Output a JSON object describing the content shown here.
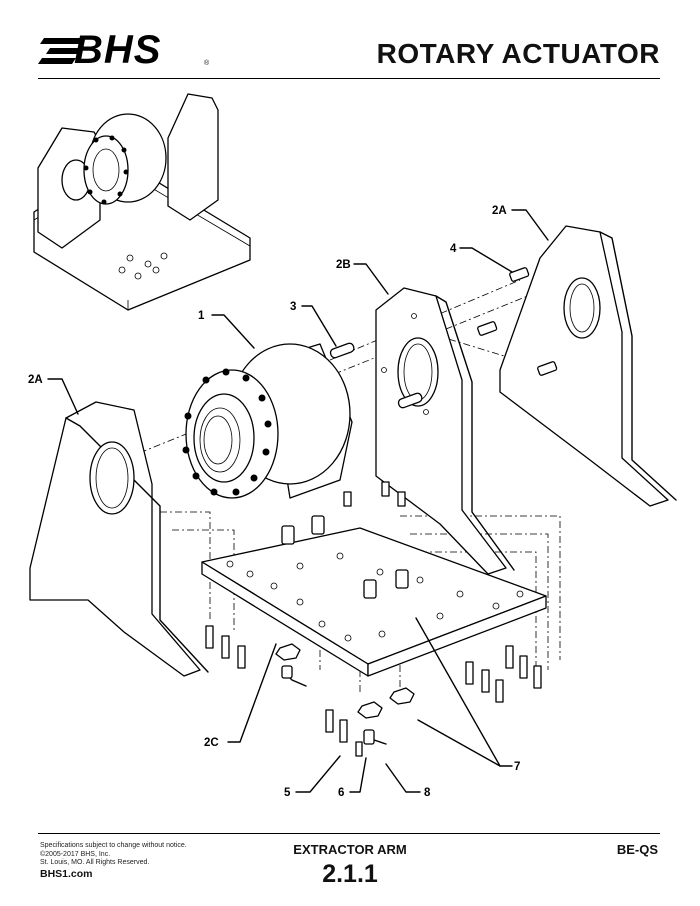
{
  "header": {
    "logo_text": "BHS",
    "logo_mark": "®",
    "title": "ROTARY ACTUATOR"
  },
  "callouts": {
    "c1": "1",
    "c2a_left": "2A",
    "c2a_right": "2A",
    "c2b": "2B",
    "c2c": "2C",
    "c3": "3",
    "c4": "4",
    "c5": "5",
    "c6": "6",
    "c7": "7",
    "c8": "8"
  },
  "footer": {
    "notes": [
      "Specifications subject to change without notice.",
      "©2005-2017 BHS, Inc.",
      "St. Louis, MO.  All Rights Reserved."
    ],
    "website": "BHS1.com",
    "section_title": "EXTRACTOR ARM",
    "section_number": "2.1.1",
    "doc_code": "BE-QS"
  },
  "icons": [
    "speed-lines-icon"
  ]
}
